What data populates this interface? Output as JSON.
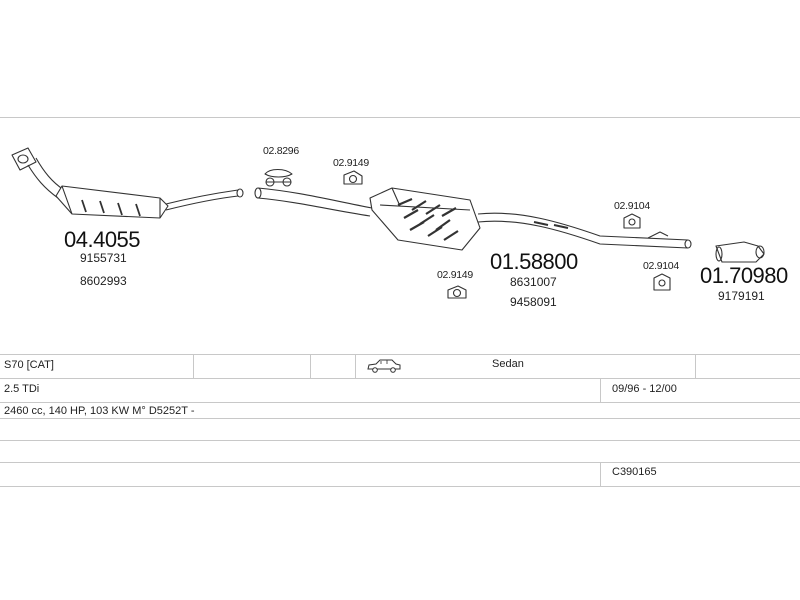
{
  "parts": {
    "cat_part_no": "04.4055",
    "cat_oe_1": "9155731",
    "cat_oe_2": "8602993",
    "mid_part_no": "01.58800",
    "mid_oe_1": "8631007",
    "mid_oe_2": "9458091",
    "tail_part_no": "01.70980",
    "tail_oe_1": "9179191",
    "clamp_1": "02.8296",
    "mount_1": "02.9149",
    "mount_2": "02.9149",
    "mount_3": "02.9104",
    "mount_4": "02.9104"
  },
  "vehicle": {
    "model": "S70  [CAT]",
    "body": "Sedan",
    "engine": "2.5 TDi",
    "years": "09/96 - 12/00",
    "specs": "2460 cc, 140 HP, 103 KW M° D5252T -",
    "code": "C390165"
  },
  "icons": [
    "sedan-car-icon"
  ]
}
